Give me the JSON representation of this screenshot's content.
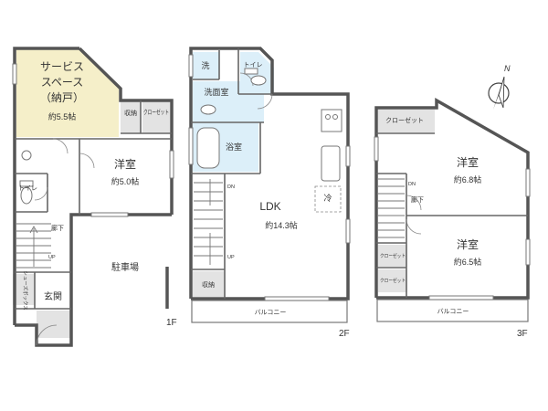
{
  "floors": {
    "f1": {
      "label": "1F",
      "rooms": {
        "service_space_line1": "サービス",
        "service_space_line2": "スペース",
        "service_space_line3": "（納戸）",
        "service_space_area": "約5.5帖",
        "storage": "収納",
        "closet": "クローゼット",
        "western_room": "洋室",
        "western_room_area": "約5.0帖",
        "toilet": "トイレ",
        "hallway": "廊下",
        "stairs_up": "UP",
        "parking": "駐車場",
        "shoe_box": "シューズボックス",
        "entrance": "玄関"
      }
    },
    "f2": {
      "label": "2F",
      "rooms": {
        "laundry": "洗",
        "toilet": "トイレ",
        "washroom": "洗面室",
        "bathroom": "浴室",
        "ldk": "LDK",
        "ldk_area": "約14.3帖",
        "fridge": "冷",
        "stairs_down": "DN",
        "stairs_up": "UP",
        "storage": "収納",
        "balcony": "バルコニー"
      }
    },
    "f3": {
      "label": "3F",
      "rooms": {
        "closet_top": "クローゼット",
        "western_room_a": "洋室",
        "western_room_a_area": "約6.8帖",
        "stairs_down": "DN",
        "hallway": "廊下",
        "western_room_b": "洋室",
        "western_room_b_area": "約6.5帖",
        "closet_a": "クローゼット",
        "closet_b": "クローゼット",
        "balcony": "バルコニー"
      }
    }
  },
  "compass": {
    "label": "N",
    "icon": "north-arrow-icon"
  },
  "colors": {
    "wall": "#555555",
    "beige_room": "#f5efc9",
    "wet_area": "#dceff9",
    "storage_gray": "#e3e3e3",
    "floor": "#ffffff"
  }
}
